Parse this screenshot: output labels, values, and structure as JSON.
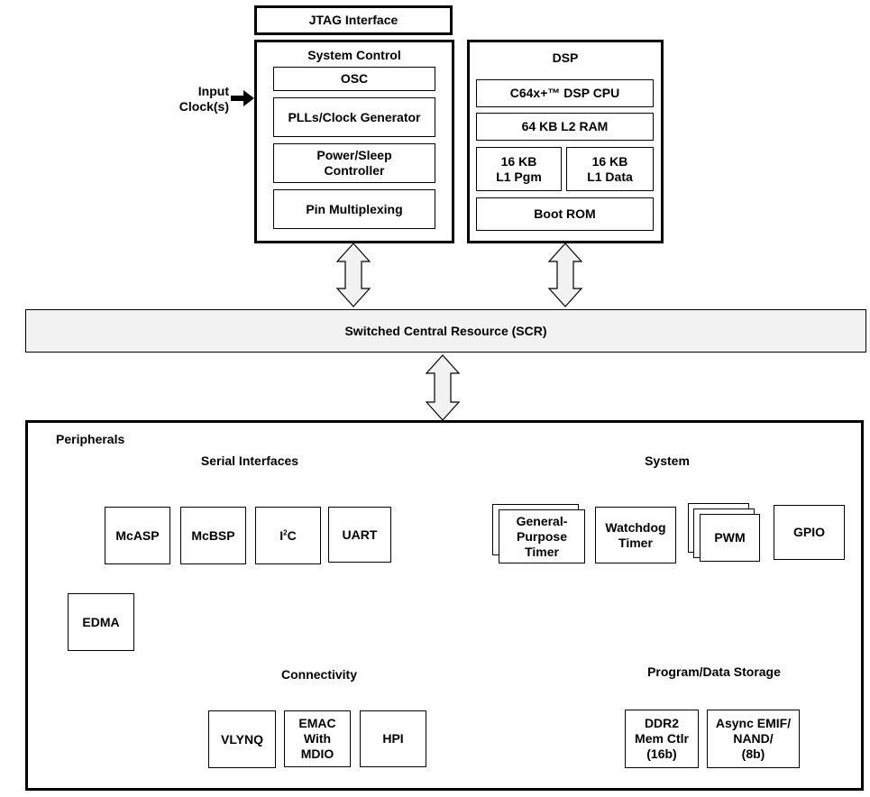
{
  "jtag": "JTAG Interface",
  "system_control": {
    "title": "System Control",
    "osc": "OSC",
    "pll": "PLLs/Clock Generator",
    "power": "Power/Sleep\nController",
    "pinmux": "Pin Multiplexing"
  },
  "input_clock": "Input\nClock(s)",
  "dsp": {
    "title": "DSP",
    "cpu": "C64x+™ DSP CPU",
    "l2": "64 KB L2 RAM",
    "l1p": "16 KB\nL1 Pgm",
    "l1d": "16 KB\nL1 Data",
    "boot": "Boot ROM"
  },
  "scr": "Switched Central Resource (SCR)",
  "peripherals": {
    "title": "Peripherals",
    "serial": {
      "title": "Serial Interfaces",
      "mcasp": "McASP",
      "mcbsp": "McBSP",
      "i2c_base": "I",
      "i2c_sup": "2",
      "i2c_rest": "C",
      "uart": "UART"
    },
    "system": {
      "title": "System",
      "gpt": "General-\nPurpose\nTimer",
      "watchdog": "Watchdog\nTimer",
      "pwm": "PWM",
      "gpio": "GPIO"
    },
    "edma": "EDMA",
    "connectivity": {
      "title": "Connectivity",
      "vlynq": "VLYNQ",
      "emac": "EMAC\nWith\nMDIO",
      "hpi": "HPI"
    },
    "storage": {
      "title": "Program/Data Storage",
      "ddr2": "DDR2\nMem Ctlr\n(16b)",
      "emif": "Async EMIF/\nNAND/\n(8b)"
    }
  }
}
